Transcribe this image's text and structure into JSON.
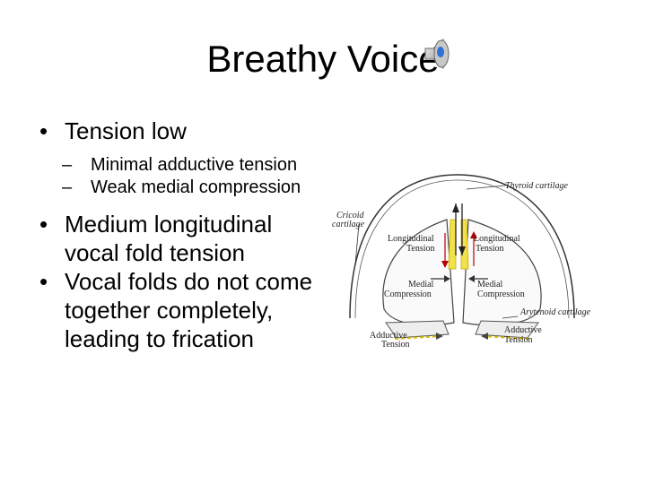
{
  "slide": {
    "title": "Breathy Voice",
    "bullets": [
      {
        "text": "Tension low",
        "sub": [
          "Minimal adductive tension",
          "Weak medial compression"
        ]
      },
      {
        "text": "Medium longitudinal vocal fold tension",
        "sub": []
      },
      {
        "text": "Vocal folds do not come together completely, leading to frication",
        "sub": []
      }
    ],
    "bullet_glyph": "•",
    "sub_glyph": "–"
  },
  "diagram": {
    "labels": {
      "thyroid": "Thyroid cartilage",
      "cricoid_1": "Cricoid",
      "cricoid_2": "cartilage",
      "long_left_1": "Longitudinal",
      "long_left_2": "Tension",
      "long_right_1": "Longitudinal",
      "long_right_2": "Tension",
      "medial_left_1": "Medial",
      "medial_left_2": "Compression",
      "medial_right_1": "Medial",
      "medial_right_2": "Compression",
      "arytenoid": "Arytenoid cartilage",
      "add_left_1": "Adductive",
      "add_left_2": "Tension",
      "add_right_1": "Adductive",
      "add_right_2": "Tension"
    },
    "colors": {
      "fold": "#f2e24a",
      "line": "#333333"
    }
  },
  "icons": {
    "speaker": "speaker-icon"
  }
}
